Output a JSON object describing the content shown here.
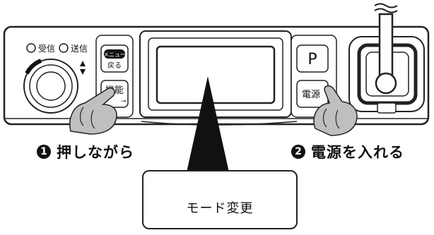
{
  "panel": {
    "indicators": [
      {
        "label": "受信"
      },
      {
        "label": "送信"
      }
    ],
    "menu_key": {
      "top_label": "メニュー",
      "bottom_label": "戻る"
    },
    "func_key": {
      "label": "機能"
    },
    "p_key": {
      "label": "P"
    },
    "power_key": {
      "label": "電源"
    }
  },
  "steps": [
    {
      "number": "1",
      "text": "押しながら"
    },
    {
      "number": "2",
      "text": "電源を入れる"
    }
  ],
  "result": {
    "text": "モード変更"
  },
  "colors": {
    "outline": "#222222",
    "hand_fill": "#bfbfbf",
    "step_badge": "#111111"
  }
}
